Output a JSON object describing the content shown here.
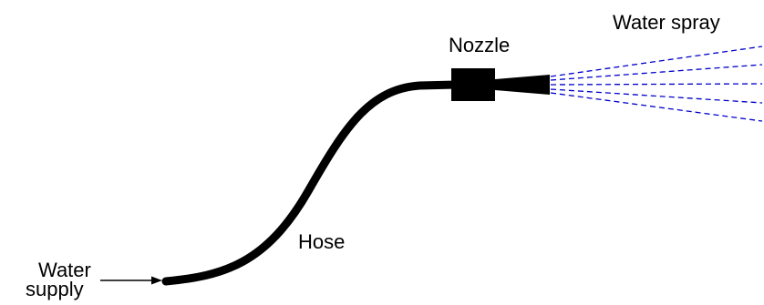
{
  "labels": {
    "nozzle": "Nozzle",
    "water_spray": "Water spray",
    "hose": "Hose",
    "water_supply_line1": "Water",
    "water_supply_line2": "supply"
  },
  "colors": {
    "hose": "#000000",
    "nozzle": "#000000",
    "spray": "#0000cc",
    "arrow": "#000000",
    "background": "#ffffff"
  }
}
